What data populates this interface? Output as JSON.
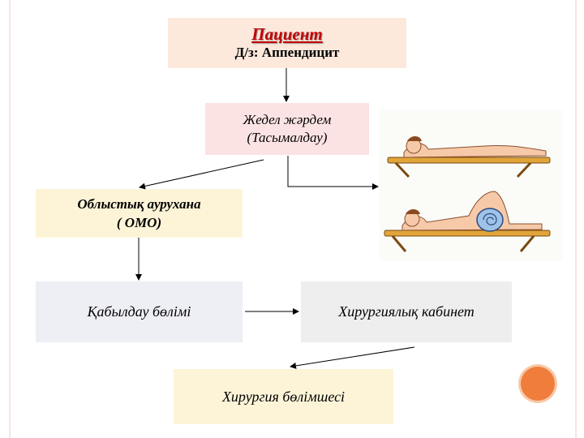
{
  "patient": {
    "title": "Пациент",
    "diagnosis": "Д/з: Аппендицит"
  },
  "emergency": {
    "line1": "Жедел жәрдем",
    "line2": "(Тасымалдау)"
  },
  "regional_hospital": {
    "line1": "Облыстық аурухана",
    "line2": "( ОМО)"
  },
  "admission": {
    "label": "Қабылдау бөлімі"
  },
  "surgery_room": {
    "label": "Хирургиялық кабинет"
  },
  "surgery_department": {
    "label": "Хирургия бөлімшесі"
  },
  "colors": {
    "title_red": "#c00000",
    "accent_orange": "#f07d3c",
    "border_pink": "#f4c8c0"
  }
}
